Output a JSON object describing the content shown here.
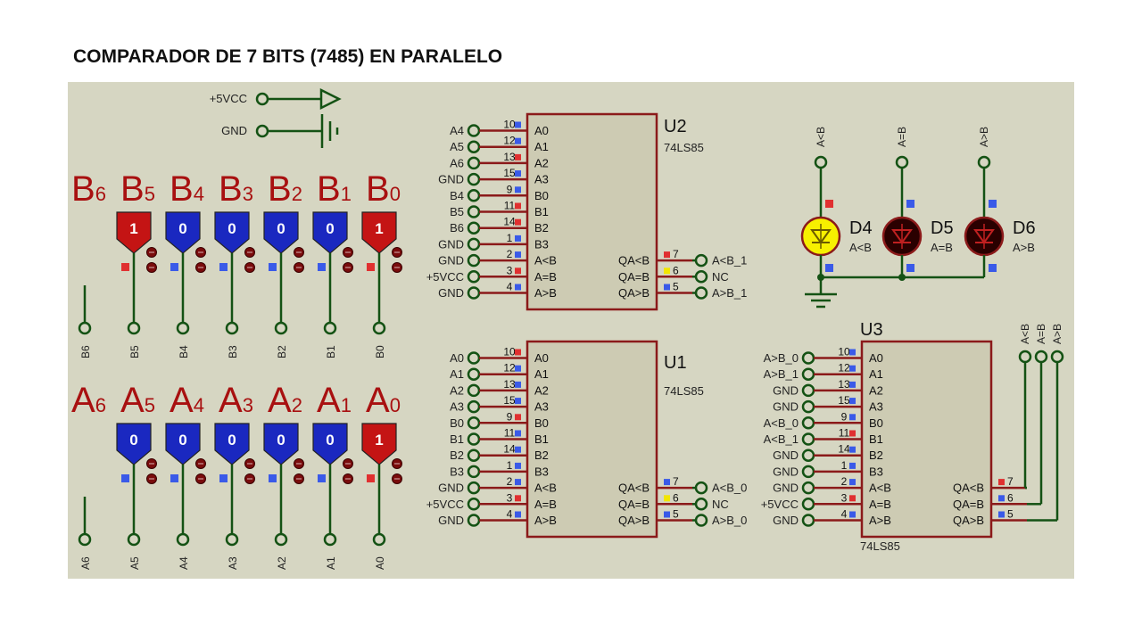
{
  "title": "COMPARADOR DE 7 BITS (7485) EN PARALELO",
  "colors": {
    "canvas": "#d6d6c2",
    "wire": "#145214",
    "chip_border": "#8b1a1a",
    "chip_fill": "#cdcbb3",
    "logic_high": "#e03030",
    "logic_low": "#3a5ae8",
    "pin_yellow": "#f2e600",
    "led_yellow": "#f7f000",
    "led_dark": "#2a0000",
    "toggle_one": "#c41414",
    "toggle_zero": "#1a28c0",
    "label_red": "#a81010"
  },
  "power": {
    "vcc_label": "+5VCC",
    "gnd_label": "GND"
  },
  "switches_b": [
    {
      "letter": "B",
      "sub": "6",
      "value": null,
      "terminal": "B6",
      "state_bit": null
    },
    {
      "letter": "B",
      "sub": "5",
      "value": "1",
      "terminal": "B5",
      "state_bit": "high"
    },
    {
      "letter": "B",
      "sub": "4",
      "value": "0",
      "terminal": "B4",
      "state_bit": "low"
    },
    {
      "letter": "B",
      "sub": "3",
      "value": "0",
      "terminal": "B3",
      "state_bit": "low"
    },
    {
      "letter": "B",
      "sub": "2",
      "value": "0",
      "terminal": "B2",
      "state_bit": "low"
    },
    {
      "letter": "B",
      "sub": "1",
      "value": "0",
      "terminal": "B1",
      "state_bit": "low"
    },
    {
      "letter": "B",
      "sub": "0",
      "value": "1",
      "terminal": "B0",
      "state_bit": "high"
    }
  ],
  "switches_a": [
    {
      "letter": "A",
      "sub": "6",
      "value": null,
      "terminal": "A6",
      "state_bit": null
    },
    {
      "letter": "A",
      "sub": "5",
      "value": "0",
      "terminal": "A5",
      "state_bit": "low"
    },
    {
      "letter": "A",
      "sub": "4",
      "value": "0",
      "terminal": "A4",
      "state_bit": "low"
    },
    {
      "letter": "A",
      "sub": "3",
      "value": "0",
      "terminal": "A3",
      "state_bit": "low"
    },
    {
      "letter": "A",
      "sub": "2",
      "value": "0",
      "terminal": "A2",
      "state_bit": "low"
    },
    {
      "letter": "A",
      "sub": "1",
      "value": "0",
      "terminal": "A1",
      "state_bit": "low"
    },
    {
      "letter": "A",
      "sub": "0",
      "value": "1",
      "terminal": "A0",
      "state_bit": "high"
    }
  ],
  "chips": [
    {
      "id": "U2",
      "ref": "U2",
      "part": "74LS85",
      "inputs": [
        {
          "net": "A4",
          "num": "10",
          "pin": "A0",
          "state": "low"
        },
        {
          "net": "A5",
          "num": "12",
          "pin": "A1",
          "state": "low"
        },
        {
          "net": "A6",
          "num": "13",
          "pin": "A2",
          "state": "high"
        },
        {
          "net": "GND",
          "num": "15",
          "pin": "A3",
          "state": "low"
        },
        {
          "net": "B4",
          "num": "9",
          "pin": "B0",
          "state": "low"
        },
        {
          "net": "B5",
          "num": "11",
          "pin": "B1",
          "state": "high"
        },
        {
          "net": "B6",
          "num": "14",
          "pin": "B2",
          "state": "high"
        },
        {
          "net": "GND",
          "num": "1",
          "pin": "B3",
          "state": "low"
        },
        {
          "net": "GND",
          "num": "2",
          "pin": "A<B",
          "state": "low"
        },
        {
          "net": "+5VCC",
          "num": "3",
          "pin": "A=B",
          "state": "high"
        },
        {
          "net": "GND",
          "num": "4",
          "pin": "A>B",
          "state": "low"
        }
      ],
      "outputs": [
        {
          "num": "7",
          "pin": "QA<B",
          "net": "A<B_1",
          "state": "high"
        },
        {
          "num": "6",
          "pin": "QA=B",
          "net": "NC",
          "state": "yellow"
        },
        {
          "num": "5",
          "pin": "QA>B",
          "net": "A>B_1",
          "state": "low"
        }
      ]
    },
    {
      "id": "U1",
      "ref": "U1",
      "part": "74LS85",
      "inputs": [
        {
          "net": "A0",
          "num": "10",
          "pin": "A0",
          "state": "high"
        },
        {
          "net": "A1",
          "num": "12",
          "pin": "A1",
          "state": "low"
        },
        {
          "net": "A2",
          "num": "13",
          "pin": "A2",
          "state": "low"
        },
        {
          "net": "A3",
          "num": "15",
          "pin": "A3",
          "state": "low"
        },
        {
          "net": "B0",
          "num": "9",
          "pin": "B0",
          "state": "high"
        },
        {
          "net": "B1",
          "num": "11",
          "pin": "B1",
          "state": "low"
        },
        {
          "net": "B2",
          "num": "14",
          "pin": "B2",
          "state": "low"
        },
        {
          "net": "B3",
          "num": "1",
          "pin": "B3",
          "state": "low"
        },
        {
          "net": "GND",
          "num": "2",
          "pin": "A<B",
          "state": "low"
        },
        {
          "net": "+5VCC",
          "num": "3",
          "pin": "A=B",
          "state": "high"
        },
        {
          "net": "GND",
          "num": "4",
          "pin": "A>B",
          "state": "low"
        }
      ],
      "outputs": [
        {
          "num": "7",
          "pin": "QA<B",
          "net": "A<B_0",
          "state": "low"
        },
        {
          "num": "6",
          "pin": "QA=B",
          "net": "NC",
          "state": "yellow"
        },
        {
          "num": "5",
          "pin": "QA>B",
          "net": "A>B_0",
          "state": "low"
        }
      ]
    },
    {
      "id": "U3",
      "ref": "U3",
      "part": "74LS85",
      "inputs": [
        {
          "net": "A>B_0",
          "num": "10",
          "pin": "A0",
          "state": "low"
        },
        {
          "net": "A>B_1",
          "num": "12",
          "pin": "A1",
          "state": "low"
        },
        {
          "net": "GND",
          "num": "13",
          "pin": "A2",
          "state": "low"
        },
        {
          "net": "GND",
          "num": "15",
          "pin": "A3",
          "state": "low"
        },
        {
          "net": "A<B_0",
          "num": "9",
          "pin": "B0",
          "state": "low"
        },
        {
          "net": "A<B_1",
          "num": "11",
          "pin": "B1",
          "state": "high"
        },
        {
          "net": "GND",
          "num": "14",
          "pin": "B2",
          "state": "low"
        },
        {
          "net": "GND",
          "num": "1",
          "pin": "B3",
          "state": "low"
        },
        {
          "net": "GND",
          "num": "2",
          "pin": "A<B",
          "state": "low"
        },
        {
          "net": "+5VCC",
          "num": "3",
          "pin": "A=B",
          "state": "high"
        },
        {
          "net": "GND",
          "num": "4",
          "pin": "A>B",
          "state": "low"
        }
      ],
      "outputs": [
        {
          "num": "7",
          "pin": "QA<B",
          "state": "high"
        },
        {
          "num": "6",
          "pin": "QA=B",
          "state": "low"
        },
        {
          "num": "5",
          "pin": "QA>B",
          "state": "low"
        }
      ],
      "out_terminals": [
        "A<B",
        "A=B",
        "A>B"
      ]
    }
  ],
  "leds": [
    {
      "ref": "D4",
      "value": "A<B",
      "terminal": "A<B",
      "lit": true,
      "top_state": "high",
      "bottom_state": "low"
    },
    {
      "ref": "D5",
      "value": "A=B",
      "terminal": "A=B",
      "lit": false,
      "top_state": "low",
      "bottom_state": "low"
    },
    {
      "ref": "D6",
      "value": "A>B",
      "terminal": "A>B",
      "lit": false,
      "top_state": "low",
      "bottom_state": "low"
    }
  ]
}
